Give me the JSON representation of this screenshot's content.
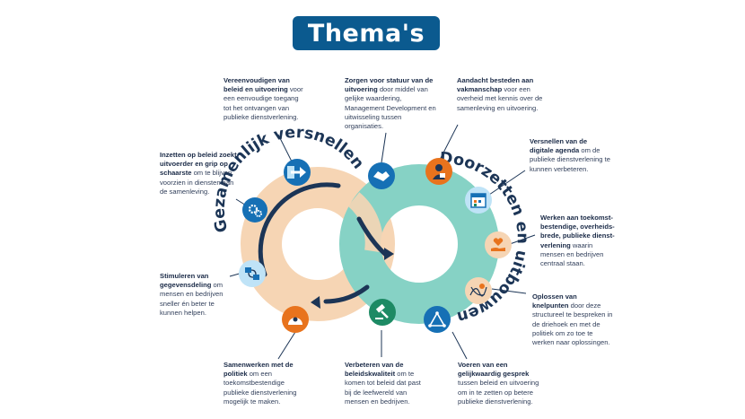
{
  "title": "Thema's",
  "ring_left_label": "Gezamenlijk versnellen",
  "ring_right_label": "Doorzetten en uitbouwen",
  "colors": {
    "navy": "#1c3556",
    "peach": "#f6d5b4",
    "teal": "#86d2c5",
    "title_bg": "#0b5a8f",
    "blue_icon": "#1670b5",
    "orange_icon": "#e8731d",
    "green_icon": "#1d8a64",
    "light_icon": "#bfe3f7"
  },
  "themes": [
    {
      "id": "vereenvoudigen",
      "bold": "Vereenvoudigen van beleid en uitvoering",
      "text": " voor een eenvoudige toegang tot het ontvangen van publieke dienstverlening.",
      "icon": "arrow-right-icon"
    },
    {
      "id": "statuur",
      "bold": "Zorgen voor statuur van de uitvoering",
      "text": " door middel van gelijke waardering, Management Development en uitwisseling tussen organisaties.",
      "icon": "handshake-icon"
    },
    {
      "id": "vakmanschap",
      "bold": "Aandacht besteden aan vakmanschap",
      "text": " voor een overheid met kennis over de samenleving en uitvoering.",
      "icon": "worker-icon"
    },
    {
      "id": "digitale-agenda",
      "bold": "Versnellen van de digitale agenda",
      "text": " om de publieke dienstverlening te kunnen verbeteren.",
      "icon": "calendar-icon"
    },
    {
      "id": "toekomstbestendig",
      "bold": "Werken aan toekomst-bestendige, overheids-brede, publieke dienst-verlening",
      "text": " waarin mensen en bedrijven centraal staan.",
      "icon": "heart-hand-icon"
    },
    {
      "id": "knelpunten",
      "bold": "Oplossen van knelpunten",
      "text": " door deze structureel te bespreken in de driehoek en met de politiek om zo toe te werken naar oplossingen.",
      "icon": "knot-icon"
    },
    {
      "id": "gesprek",
      "bold": "Voeren van een gelijkwaardig gesprek",
      "text": " tussen beleid en uitvoering om in te zetten op betere publieke dienstverlening.",
      "icon": "triangle-icon"
    },
    {
      "id": "beleidskwaliteit",
      "bold": "Verbeteren van de beleidskwaliteit",
      "text": " om te komen tot beleid dat past bij de leefwereld van mensen en bedrijven.",
      "icon": "gavel-icon"
    },
    {
      "id": "politiek",
      "bold": "Samenwerken met de politiek",
      "text": " om een toekomstbestendige publieke dienstverlening mogelijk te maken.",
      "icon": "parliament-icon"
    },
    {
      "id": "gegevensdeling",
      "bold": "Stimuleren van gegevensdeling",
      "text": " om mensen en bedrijven sneller én beter te kunnen helpen.",
      "icon": "data-sharing-icon"
    },
    {
      "id": "schaarste",
      "bold": "Inzetten op beleid zoekt uitvoerder en grip op schaarste",
      "text": " om te blijven voorzien in diensten aan de samenleving.",
      "icon": "gears-icon"
    }
  ]
}
